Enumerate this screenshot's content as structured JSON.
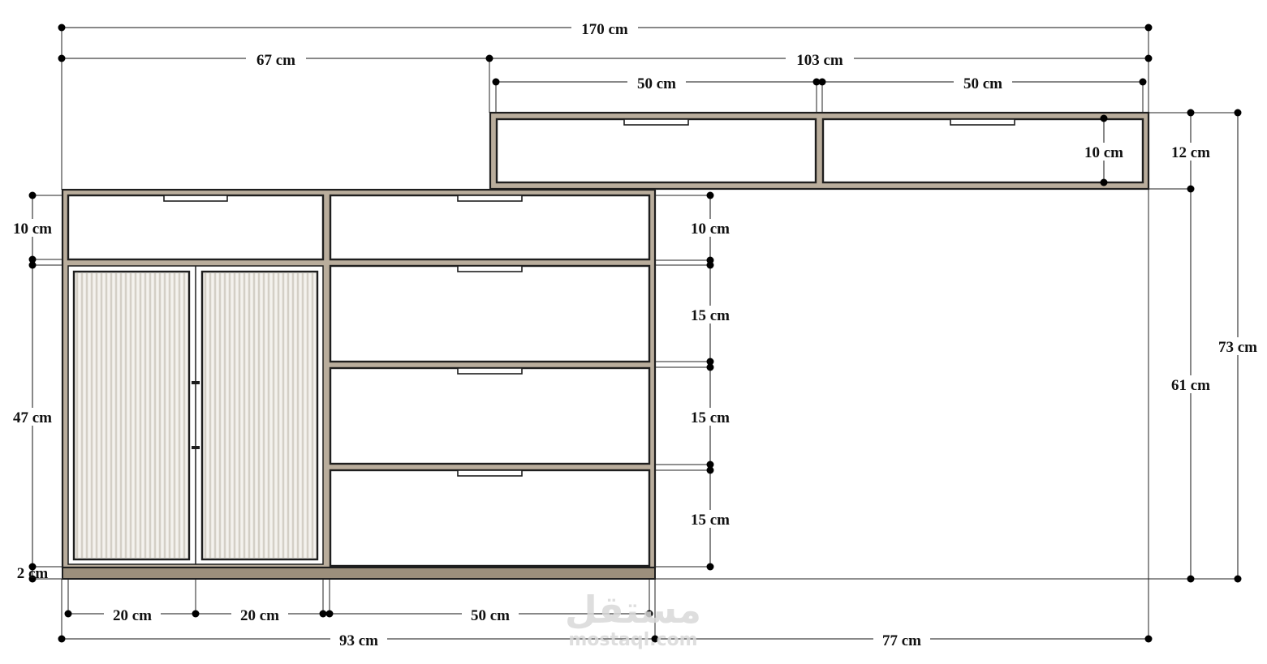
{
  "dimensions": {
    "total_width": "170 cm",
    "left_width": "67 cm",
    "shelf_width": "103 cm",
    "shelf_drawer_left": "50 cm",
    "shelf_drawer_right": "50 cm",
    "shelf_drawer_height": "10 cm",
    "shelf_height": "12 cm",
    "top_drawer_left_height": "10 cm",
    "top_drawer_right_height": "10 cm",
    "door_height": "47 cm",
    "plinth_height": "2 cm",
    "drawer_2_height": "15 cm",
    "drawer_3_height": "15 cm",
    "drawer_4_height": "15 cm",
    "overall_height": "73 cm",
    "cabinet_height": "61 cm",
    "door_left_width": "20 cm",
    "door_right_width": "20 cm",
    "drawer_width": "50 cm",
    "base_width": "93 cm",
    "remaining_width": "77 cm"
  },
  "watermark": {
    "arabic": "مستقل",
    "latin": "mostaql.com"
  }
}
